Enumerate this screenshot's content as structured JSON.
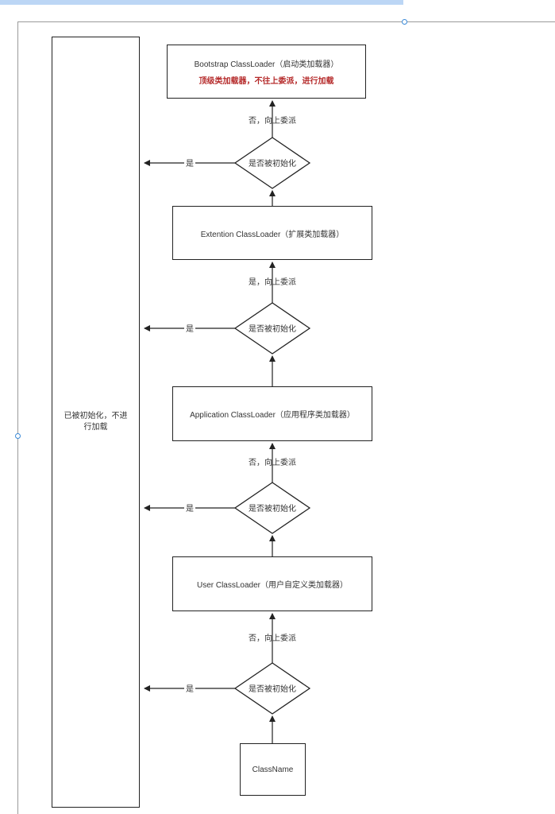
{
  "bootstrap": {
    "title": "Bootstrap ClassLoader（启动类加载器）",
    "note": "顶级类加载器，不往上委派，进行加载"
  },
  "extension": {
    "title": "Extention ClassLoader（扩展类加载器）"
  },
  "application": {
    "title": "Application ClassLoader（应用程序类加载器）"
  },
  "user": {
    "title": "User ClassLoader（用户自定义类加载器）"
  },
  "classname": {
    "title": "ClassName"
  },
  "loaded_box": {
    "text": "已被初始化，不进行加载"
  },
  "decision_label": "是否被初始化",
  "yes_label": "是",
  "delegate_labels": [
    "否，向上委派",
    "是，向上委派",
    "否，向上委派",
    "否，向上委派"
  ],
  "colors": {
    "line": "#222222",
    "note": "#b52a2a",
    "selection": "#3b8ad8"
  }
}
